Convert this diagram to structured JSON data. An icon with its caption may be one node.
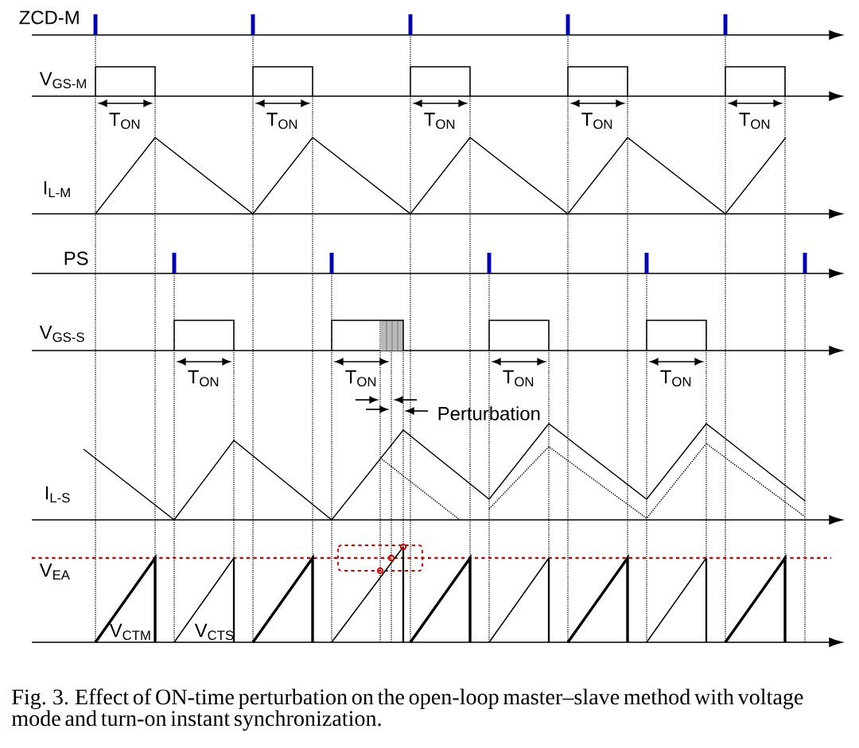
{
  "diagram": {
    "caption": "Fig. 3. Effect of ON-time perturbation on the open-loop master–slave method with voltage mode and turn-on instant synchronization.",
    "labels": [
      "ZCD-M",
      "V$_{GS-M}$",
      "T$_{ON}$",
      "T$_{ON}$",
      "T$_{ON}$",
      "T$_{ON}$",
      "T$_{ON}$",
      "I$_{L-M}$",
      "PS",
      "V$_{GS-S}$",
      "T$_{ON}$",
      "T$_{ON}$",
      "T$_{ON}$",
      "T$_{ON}$",
      "Perturbation",
      "I$_{L-S}$",
      "V$_{EA}$",
      "V$_{CTM}$",
      "V$_{CTS}$"
    ]
  }
}
